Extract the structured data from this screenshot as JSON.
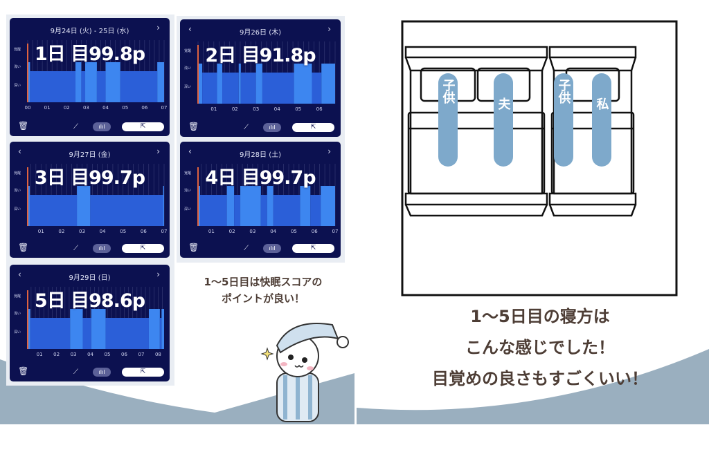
{
  "cards": [
    {
      "date": "9月24日 (火) - 25日 (水)",
      "score": "1日 目99.8p",
      "show_prev": false,
      "ticks": [
        "00",
        "01",
        "02",
        "03",
        "04",
        "05",
        "06",
        "07"
      ],
      "range": [
        0,
        7
      ],
      "segments": [
        [
          0,
          0.12,
          "light"
        ],
        [
          0.12,
          2.45,
          "deep"
        ],
        [
          2.45,
          2.75,
          "light"
        ],
        [
          2.75,
          2.95,
          "deep"
        ],
        [
          2.95,
          3.55,
          "light"
        ],
        [
          3.55,
          4.0,
          "deep"
        ],
        [
          4.0,
          4.75,
          "light"
        ],
        [
          4.75,
          6.65,
          "deep"
        ],
        [
          6.65,
          7,
          "light"
        ]
      ]
    },
    {
      "date": "9月26日 (木)",
      "score": "2日 目91.8p",
      "show_prev": true,
      "ticks": [
        "01",
        "02",
        "03",
        "04",
        "05",
        "06"
      ],
      "range": [
        0.25,
        6.75
      ],
      "segments": [
        [
          0.25,
          0.45,
          "light"
        ],
        [
          0.45,
          1.15,
          "deep"
        ],
        [
          1.15,
          1.4,
          "light"
        ],
        [
          1.4,
          2.18,
          "deep"
        ],
        [
          2.18,
          2.28,
          "light"
        ],
        [
          2.28,
          3.0,
          "deep"
        ],
        [
          3.0,
          3.3,
          "light"
        ],
        [
          3.3,
          4.8,
          "deep"
        ],
        [
          4.8,
          5.65,
          "light"
        ],
        [
          5.65,
          6.1,
          "deep"
        ],
        [
          6.1,
          6.75,
          "light"
        ]
      ]
    },
    {
      "date": "9月27日 (金)",
      "score": "3日 目99.7p",
      "show_prev": true,
      "ticks": [
        "01",
        "02",
        "03",
        "04",
        "05",
        "06",
        "07"
      ],
      "range": [
        0.35,
        7.0
      ],
      "segments": [
        [
          0.35,
          0.45,
          "light"
        ],
        [
          0.45,
          2.75,
          "deep"
        ],
        [
          2.75,
          3.4,
          "light"
        ],
        [
          3.4,
          6.95,
          "deep"
        ],
        [
          6.95,
          7.0,
          "light"
        ]
      ]
    },
    {
      "date": "9月28日 (土)",
      "score": "4日 目99.7p",
      "show_prev": true,
      "ticks": [
        "01",
        "02",
        "03",
        "04",
        "05",
        "06",
        "07"
      ],
      "range": [
        0.35,
        7.0
      ],
      "segments": [
        [
          0.35,
          0.45,
          "light"
        ],
        [
          0.45,
          1.75,
          "deep"
        ],
        [
          1.75,
          2.1,
          "light"
        ],
        [
          2.1,
          2.4,
          "deep"
        ],
        [
          2.4,
          3.4,
          "light"
        ],
        [
          3.4,
          3.7,
          "deep"
        ],
        [
          3.7,
          4.0,
          "light"
        ],
        [
          4.0,
          5.3,
          "deep"
        ],
        [
          5.3,
          5.8,
          "light"
        ],
        [
          5.8,
          6.3,
          "deep"
        ],
        [
          6.3,
          7.0,
          "light"
        ]
      ]
    },
    {
      "date": "9月29日 (日)",
      "score": "5日 目98.6p",
      "show_prev": true,
      "ticks": [
        "01",
        "02",
        "03",
        "04",
        "05",
        "06",
        "07",
        "08"
      ],
      "range": [
        0.3,
        8.35
      ],
      "segments": [
        [
          0.3,
          0.45,
          "light"
        ],
        [
          0.45,
          2.8,
          "deep"
        ],
        [
          2.8,
          3.55,
          "light"
        ],
        [
          3.55,
          4.05,
          "deep"
        ],
        [
          4.05,
          4.9,
          "light"
        ],
        [
          4.9,
          7.45,
          "deep"
        ],
        [
          7.45,
          8.1,
          "light"
        ],
        [
          8.1,
          8.2,
          "deep"
        ],
        [
          8.2,
          8.35,
          "light"
        ]
      ]
    }
  ],
  "stage_labels": {
    "awake": "覚醒",
    "light": "浅い",
    "deep": "深い"
  },
  "icons": {
    "prev": "‹",
    "next": "›",
    "trash": "🗑",
    "line": "⟋",
    "bars": "ılıl",
    "share": "⇱"
  },
  "colors": {
    "card_bg": "#0c1150",
    "light": "#3d86f0",
    "deep": "#2b5fd8",
    "awake": "#e0633f",
    "pill": "#7ea9cb",
    "text": "#4d3d35",
    "wave": "#9aafbf"
  },
  "caption_left": [
    "1〜5日目は快眠スコアの",
    "ポイントが良い！"
  ],
  "caption_right": [
    "1〜5日目の寝方は",
    "こんな感じでした！",
    "目覚めの良さもすごくいい！"
  ],
  "sleepers": [
    "子供",
    "夫",
    "子供",
    "私"
  ]
}
